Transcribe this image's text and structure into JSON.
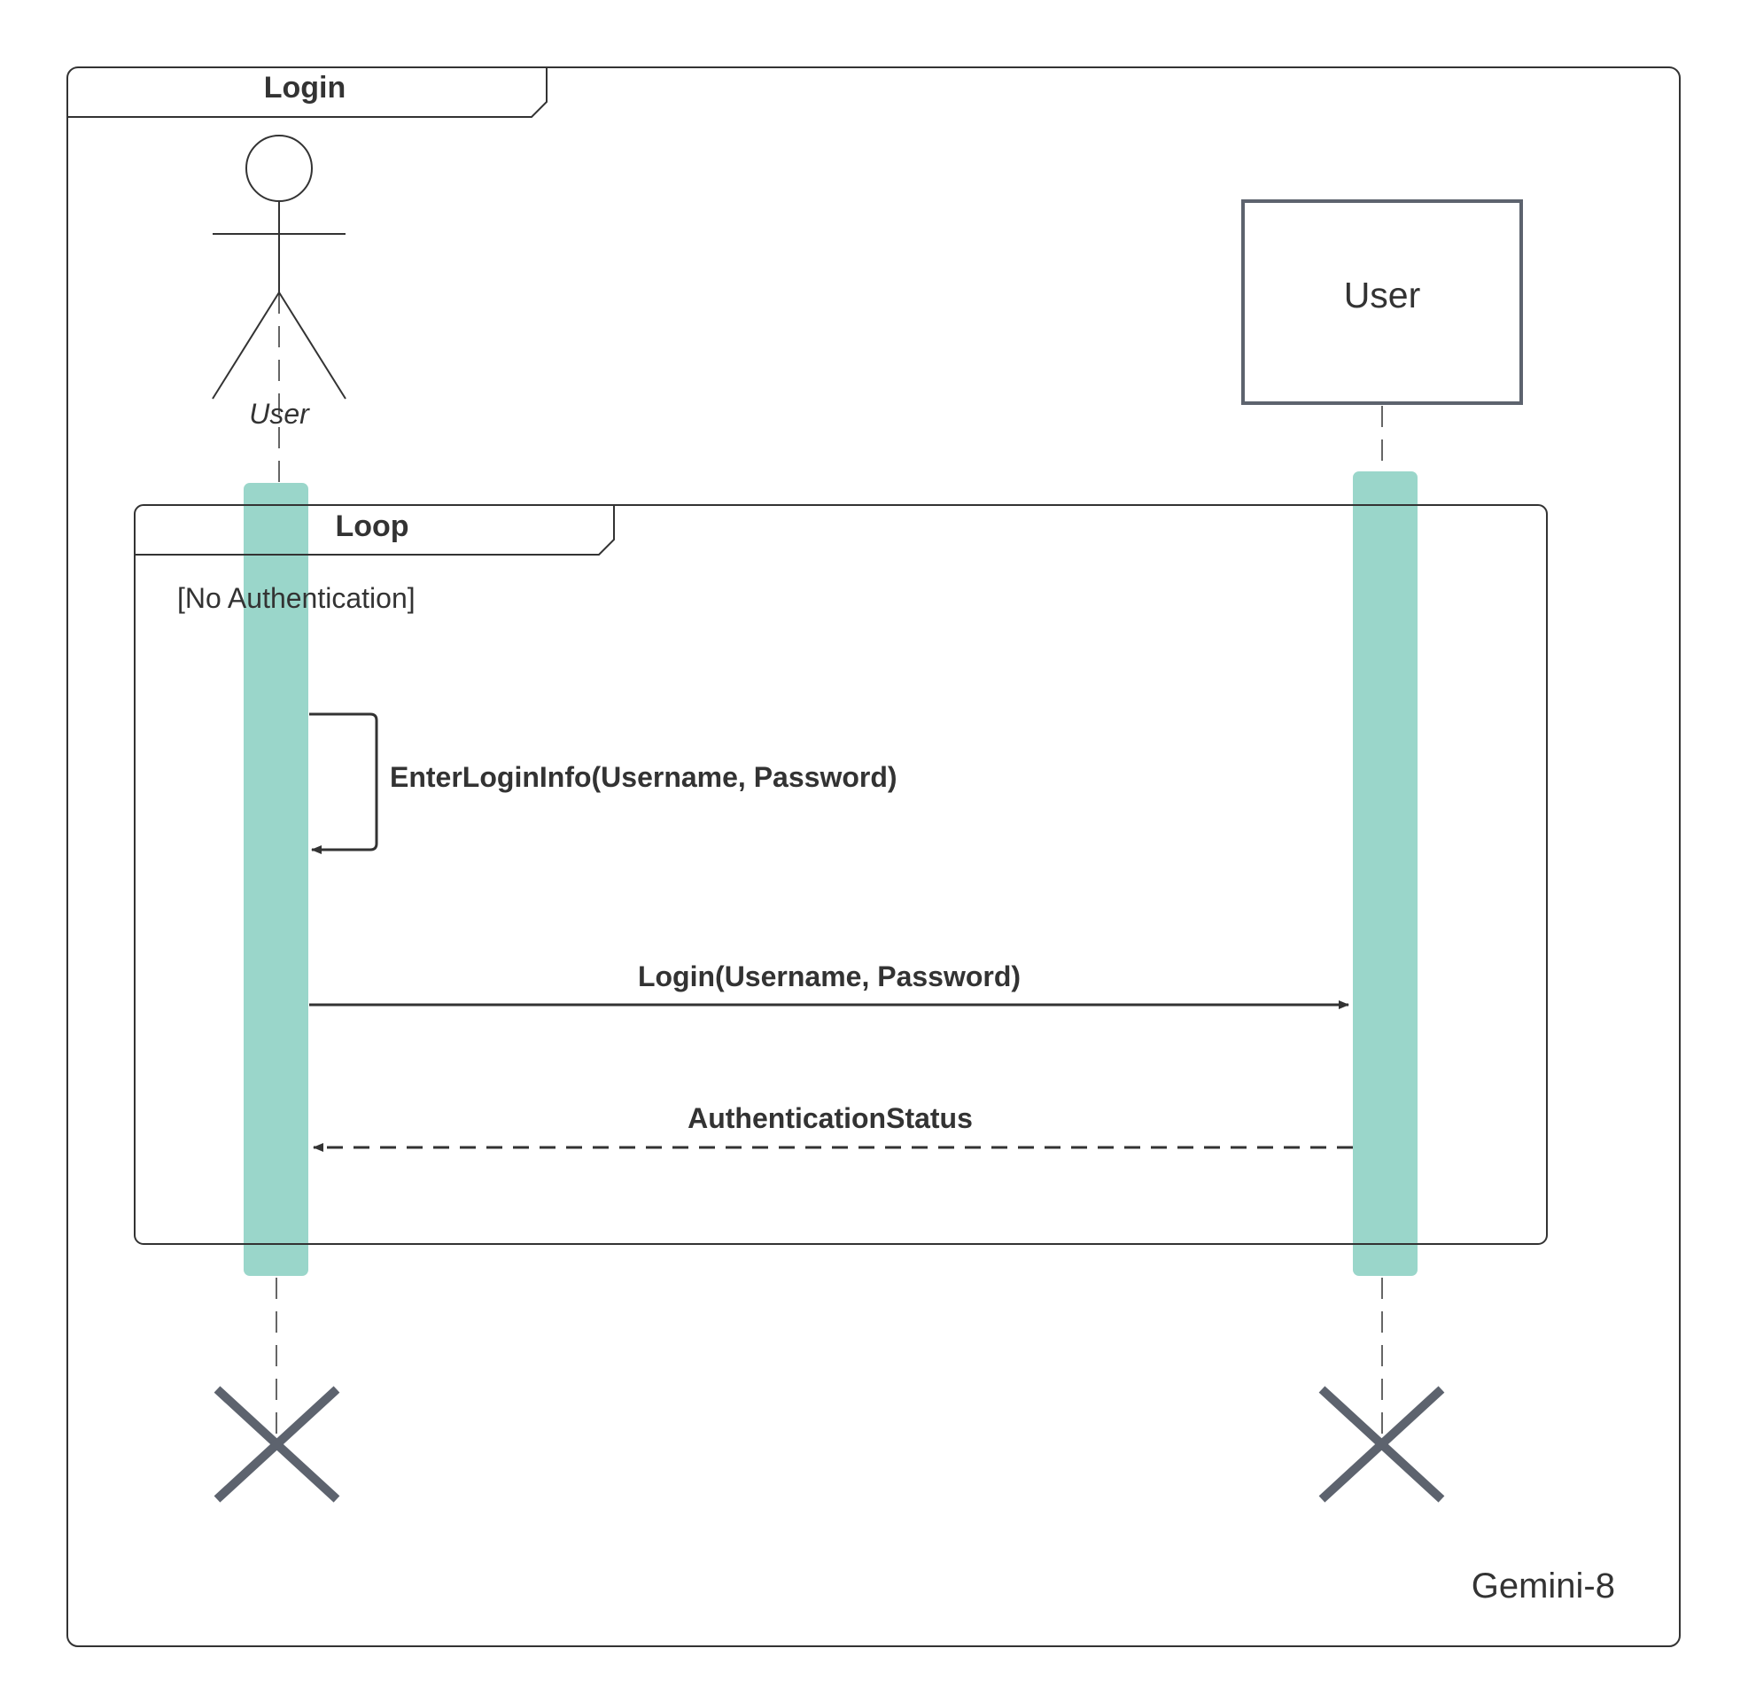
{
  "frame": {
    "title": "Login"
  },
  "actor": {
    "name": "User"
  },
  "object": {
    "name": "User"
  },
  "loop": {
    "title": "Loop",
    "guard": "[No Authentication]"
  },
  "messages": {
    "self_call": "EnterLoginInfo(Username, Password)",
    "request": "Login(Username, Password)",
    "reply": "AuthenticationStatus"
  },
  "footer": {
    "label": "Gemini-8"
  },
  "colors": {
    "activation": "#9ad6ca",
    "line": "#333333",
    "destroy": "#5d636e"
  }
}
